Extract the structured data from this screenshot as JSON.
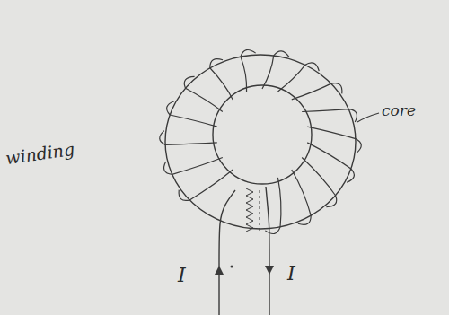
{
  "diagram": {
    "labels": [
      "winding",
      "core",
      "I",
      "I"
    ]
  }
}
